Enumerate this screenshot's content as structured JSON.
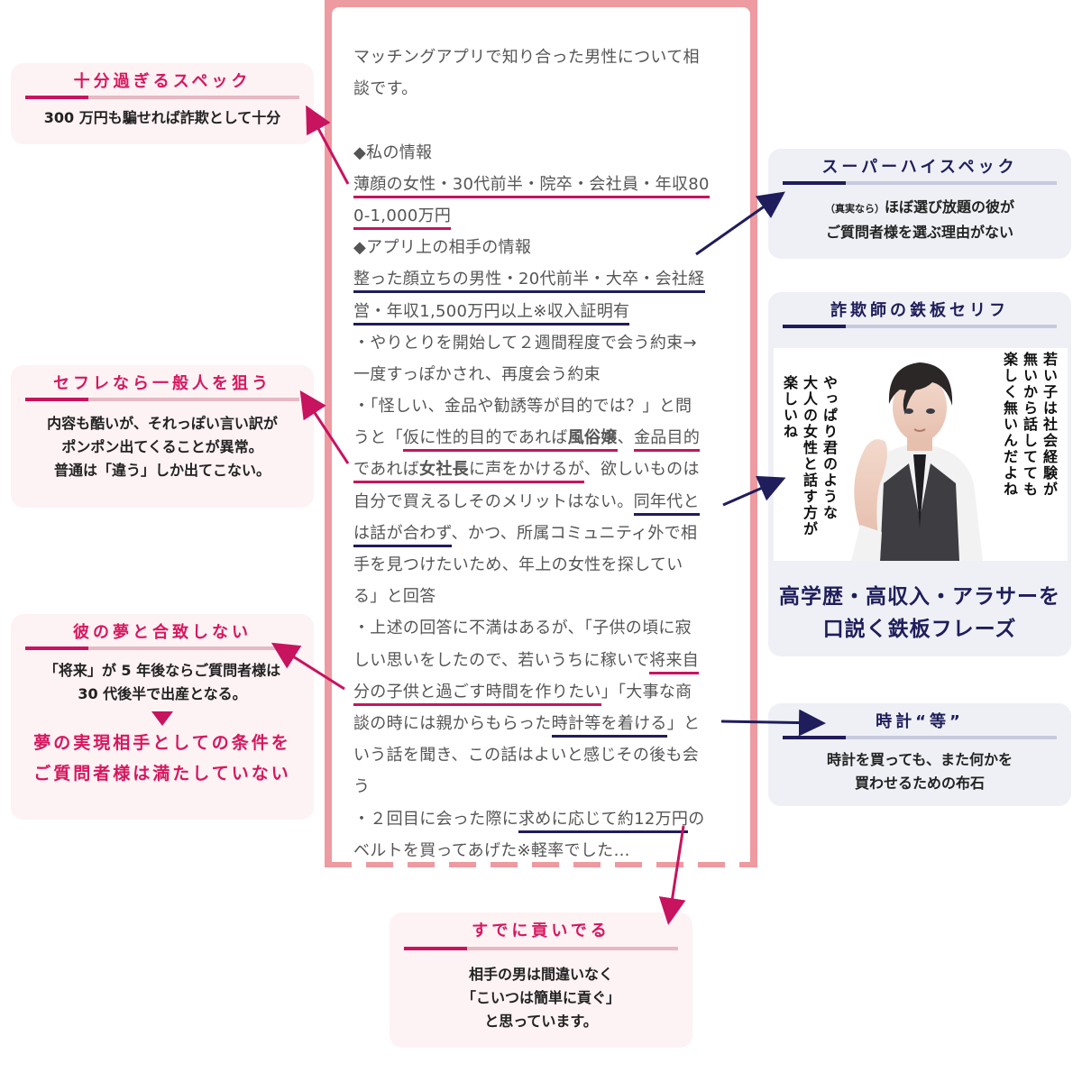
{
  "question": {
    "lines": [
      [
        {
          "t": "マッチングアプリで知り合った男性について相"
        }
      ],
      [
        {
          "t": "談です。"
        }
      ],
      [
        {
          "t": ""
        }
      ],
      [
        {
          "t": "◆私の情報"
        }
      ],
      [
        {
          "t": "薄顔の女性・30代前半・院卒・会社員・年収80",
          "u": "pink"
        }
      ],
      [
        {
          "t": "0-1,000万円",
          "u": "pink"
        }
      ],
      [
        {
          "t": "◆アプリ上の相手の情報"
        }
      ],
      [
        {
          "t": "整った顔立ちの男性・20代前半・大卒・会社経",
          "u": "navy"
        }
      ],
      [
        {
          "t": "営・年収1,500万円以上※収入証明有 ",
          "u": "navy"
        }
      ],
      [
        {
          "t": "・やりとりを開始して２週間程度で会う約束→"
        }
      ],
      [
        {
          "t": "一度すっぽかされ、再度会う約束"
        }
      ],
      [
        {
          "t": "・「怪しい、金品や勧誘等が目的では？」と問"
        }
      ],
      [
        {
          "t": "うと「"
        },
        {
          "t": "仮に性的目的であれば",
          "u": "pink"
        },
        {
          "t": "風俗嬢",
          "u": "pink",
          "b": true
        },
        {
          "t": "、"
        },
        {
          "t": "金品目的",
          "u": "pink"
        }
      ],
      [
        {
          "t": "であれば",
          "u": "pink"
        },
        {
          "t": "女社長",
          "u": "pink",
          "b": true
        },
        {
          "t": "に声をかけるが",
          "u": "pink"
        },
        {
          "t": "、欲しいものは"
        }
      ],
      [
        {
          "t": "自分で買えるしそのメリットはない。"
        },
        {
          "t": "同年代と",
          "u": "navy"
        }
      ],
      [
        {
          "t": "は話が合わず",
          "u": "navy"
        },
        {
          "t": "、かつ、所属コミュニティ外で相"
        }
      ],
      [
        {
          "t": "手を見つけたいため、年上の女性を探してい"
        }
      ],
      [
        {
          "t": "る」と回答"
        }
      ],
      [
        {
          "t": "・上述の回答に不満はあるが、「子供の頃に寂"
        }
      ],
      [
        {
          "t": "しい思いをしたので、若いうちに稼いで"
        },
        {
          "t": "将来自",
          "u": "pink"
        }
      ],
      [
        {
          "t": "分の子供と過ごす時間を作りたい",
          "u": "pink"
        },
        {
          "t": "」「大事な商"
        }
      ],
      [
        {
          "t": "談の時には親からもらった"
        },
        {
          "t": "時計等を着ける",
          "u": "navy"
        },
        {
          "t": "」と"
        }
      ],
      [
        {
          "t": "いう話を聞き、この話はよいと感じその後も会"
        }
      ],
      [
        {
          "t": "う"
        }
      ],
      [
        {
          "t": "・２回目に会った際に"
        },
        {
          "t": "求めに応じて約12万円",
          "u": "navy"
        },
        {
          "t": "の"
        }
      ],
      [
        {
          "t": "ベルトを買ってあげた※軽率でした…"
        }
      ]
    ]
  },
  "cards": {
    "spec": {
      "title": "十分過ぎるスペック",
      "body": "300 万円も騙せれば詐欺として十分"
    },
    "superspec": {
      "title": "スーパーハイスペック",
      "small": "（真実なら）",
      "body1": "ほぼ選び放題の彼が",
      "body2": "ご質問者様を選ぶ理由がない"
    },
    "sefure": {
      "title": "セフレなら一般人を狙う",
      "body1": "内容も酷いが、それっぽい言い訳が",
      "body2": "ポンポン出てくることが異常。",
      "body3": "普通は「違う」しか出てこない。"
    },
    "serif": {
      "title": "詐欺師の鉄板セリフ",
      "bubble_right": [
        "若い子は社会経験が",
        "無いから話してても",
        "楽しく無いんだよね"
      ],
      "bubble_left": [
        "やっぱり君のような",
        "大人の女性と話す方が",
        "楽しいね"
      ],
      "catch1": "高学歴・高収入・アラサーを",
      "catch2": "口説く鉄板フレーズ"
    },
    "dream": {
      "title": "彼の夢と合致しない",
      "body1": "「将来」が 5 年後ならご質問者様は",
      "body2": "30 代後半で出産となる。",
      "emph1": "夢の実現相手としての条件を",
      "emph2": "ご質問者様は満たしていない"
    },
    "watch": {
      "title": "時計“等”",
      "body1": "時計を買っても、また何かを",
      "body2": "買わせるための布石"
    },
    "already": {
      "title": "すでに貢いでる",
      "body1": "相手の男は間違いなく",
      "body2": "「こいつは簡単に貢ぐ」",
      "body3": "と思っています。"
    }
  },
  "colors": {
    "pink": "#c8135f",
    "navy": "#1f1d5b",
    "frame": "#ed9aa0"
  }
}
